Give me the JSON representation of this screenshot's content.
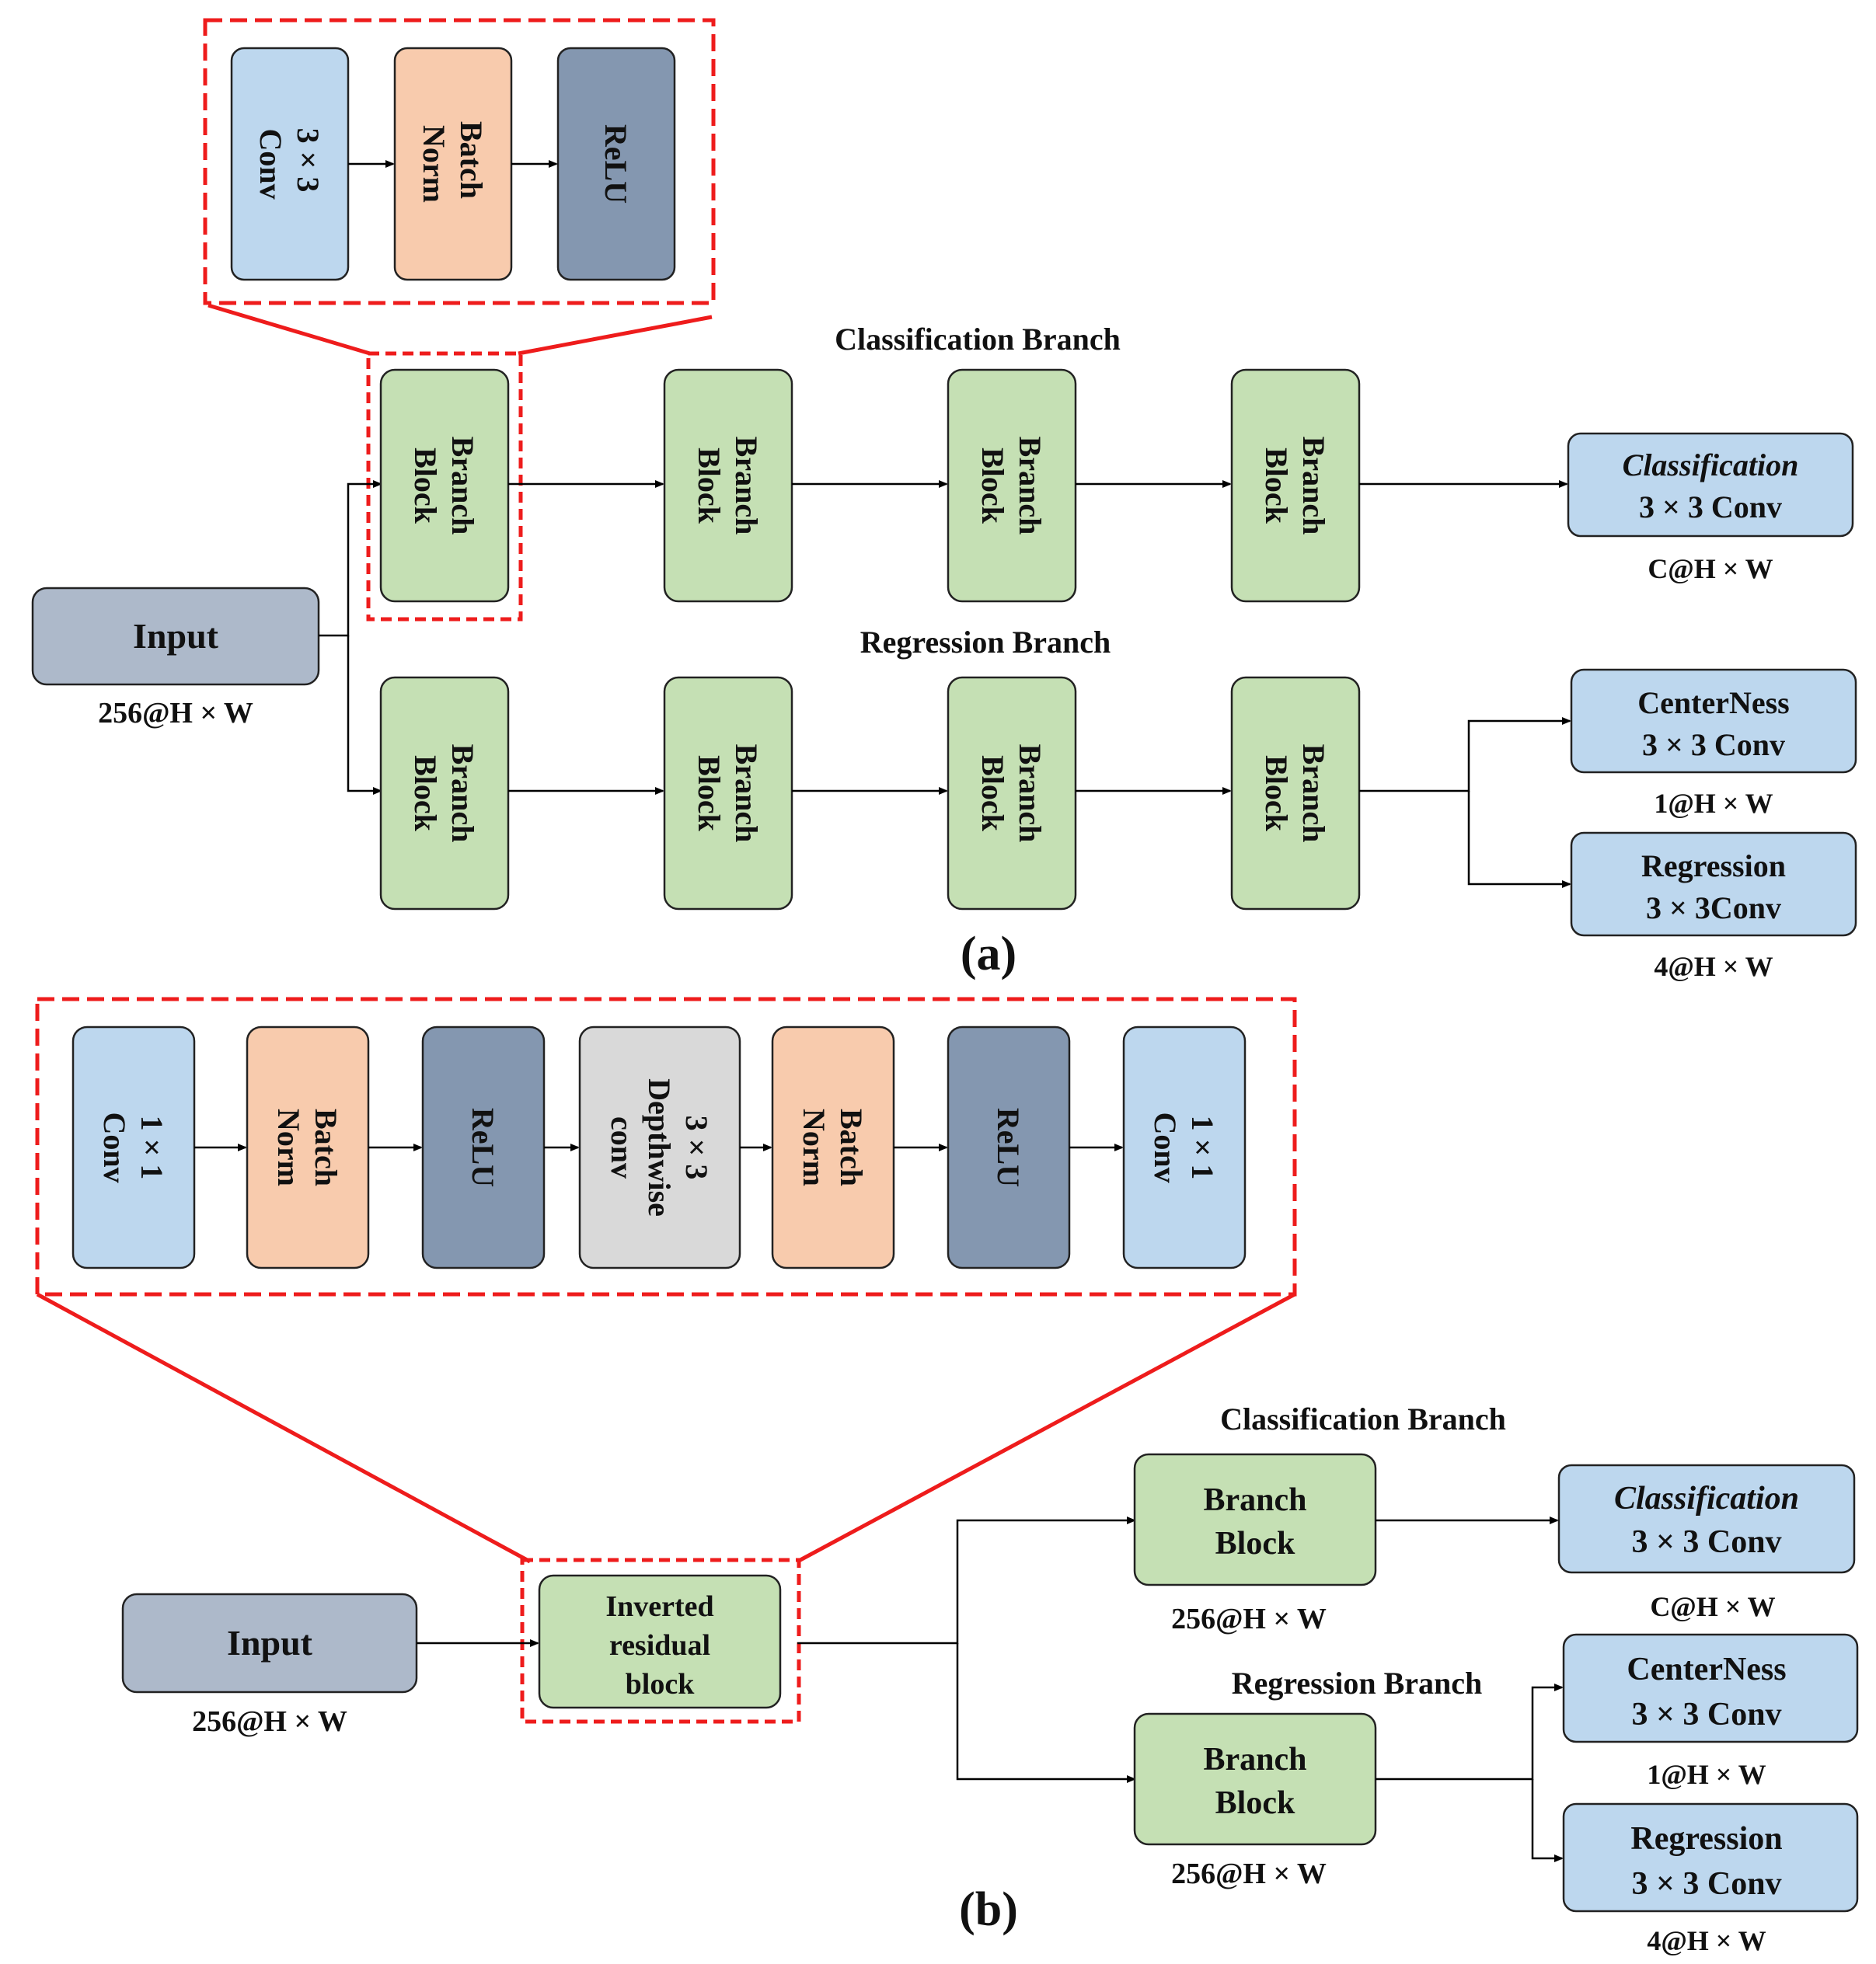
{
  "part_a": {
    "label": "(a)",
    "inset": {
      "blocks": [
        {
          "lines": [
            "3 × 3",
            "Conv"
          ]
        },
        {
          "lines": [
            "Batch",
            "Norm"
          ]
        },
        {
          "lines": [
            "ReLU"
          ]
        }
      ]
    },
    "classification_branch_title": "Classification Branch",
    "regression_branch_title": "Regression Branch",
    "input": {
      "label": "Input",
      "shape": "256@H × W"
    },
    "branch_block": {
      "lines": [
        "Branch",
        "Block"
      ]
    },
    "outputs": {
      "classification": {
        "line1": "Classification",
        "line2": "3 × 3 Conv",
        "shape": "C@H × W"
      },
      "centerness": {
        "line1": "CenterNess",
        "line2": "3 × 3 Conv",
        "shape": "1@H × W"
      },
      "regression": {
        "line1": "Regression",
        "line2": "3 × 3Conv",
        "shape": "4@H × W"
      }
    }
  },
  "part_b": {
    "label": "(b)",
    "inset": {
      "blocks": [
        {
          "lines": [
            "1 × 1",
            "Conv"
          ]
        },
        {
          "lines": [
            "Batch",
            "Norm"
          ]
        },
        {
          "lines": [
            "ReLU"
          ]
        },
        {
          "lines": [
            "3 × 3",
            "Depthwise",
            "conv"
          ]
        },
        {
          "lines": [
            "Batch",
            "Norm"
          ]
        },
        {
          "lines": [
            "ReLU"
          ]
        },
        {
          "lines": [
            "1 × 1",
            "Conv"
          ]
        }
      ]
    },
    "input": {
      "label": "Input",
      "shape": "256@H × W"
    },
    "inverted_block": {
      "lines": [
        "Inverted",
        "residual",
        "block"
      ]
    },
    "classification_branch_title": "Classification Branch",
    "regression_branch_title": "Regression Branch",
    "branch_block": {
      "line1": "Branch",
      "line2": "Block",
      "shape": "256@H × W"
    },
    "outputs": {
      "classification": {
        "line1": "Classification",
        "line2": "3 × 3 Conv",
        "shape": "C@H × W"
      },
      "centerness": {
        "line1": "CenterNess",
        "line2": "3 × 3 Conv",
        "shape": "1@H × W"
      },
      "regression": {
        "line1": "Regression",
        "line2": "3 × 3 Conv",
        "shape": "4@H × W"
      }
    }
  },
  "colors": {
    "conv_blue": "#bdd7ee",
    "batchnorm_peach": "#f8cbad",
    "relu_slate": "#8497b0",
    "input_gray": "#adb9ca",
    "branch_green": "#c5e0b4",
    "depthwise_gray": "#d9d9d9",
    "highlight_red": "#ee1c1c"
  }
}
